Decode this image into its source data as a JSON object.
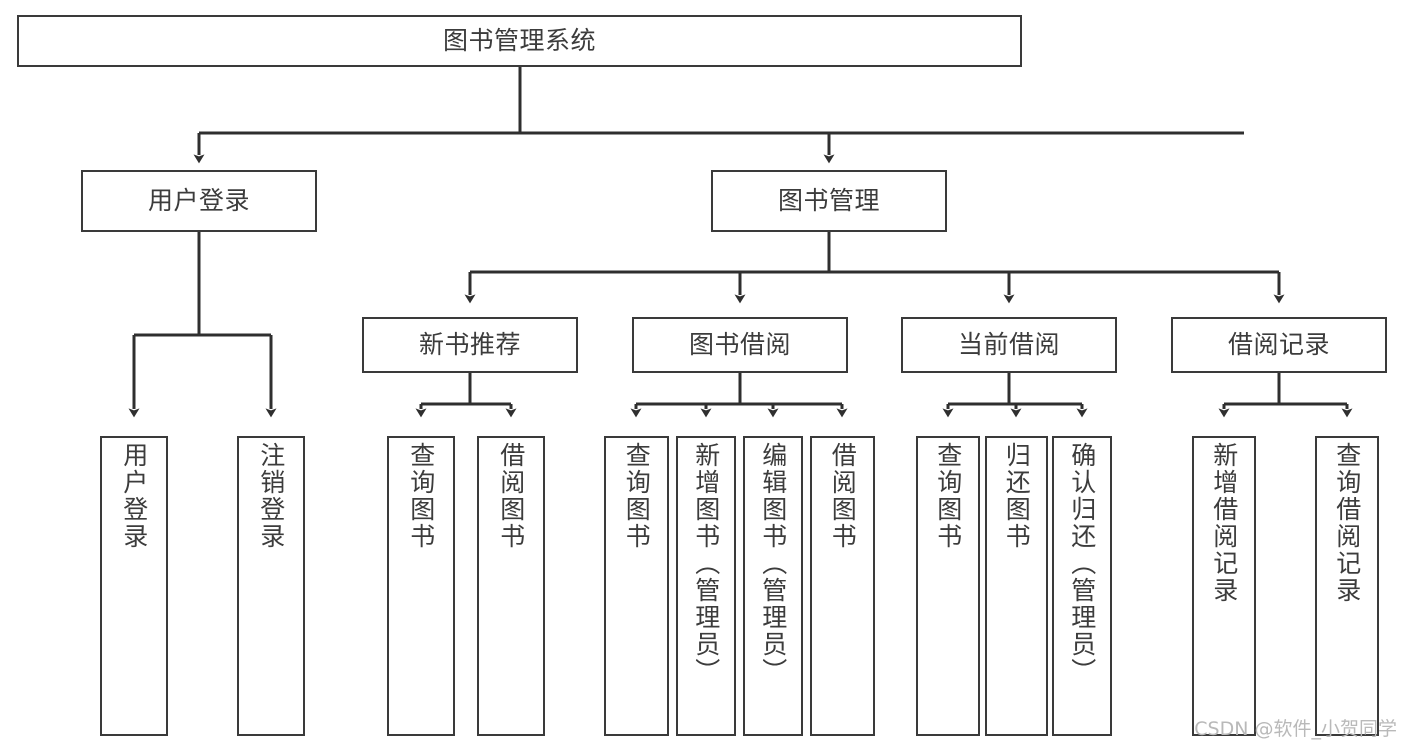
{
  "diagram": {
    "title": "图书管理系统",
    "type": "tree-hierarchy-diagram",
    "colors": {
      "background": "#ffffff",
      "box_border": "#3a3a3a",
      "connector": "#2f2f2f",
      "text": "#3c3c3c",
      "watermark": "#b9b9b9"
    },
    "root": {
      "label": "图书管理系统"
    },
    "level2": [
      {
        "label": "用户登录"
      },
      {
        "label": "图书管理"
      }
    ],
    "level3": [
      {
        "label": "新书推荐"
      },
      {
        "label": "图书借阅"
      },
      {
        "label": "当前借阅"
      },
      {
        "label": "借阅记录"
      }
    ],
    "leaves": {
      "user_login": [
        {
          "label": "用户登录"
        },
        {
          "label": "注销登录"
        }
      ],
      "new_book_recommend": [
        {
          "label": "查询图书"
        },
        {
          "label": "借阅图书"
        }
      ],
      "book_borrow": [
        {
          "label": "查询图书"
        },
        {
          "label": "新增图书（管理员）"
        },
        {
          "label": "编辑图书（管理员）"
        },
        {
          "label": "借阅图书"
        }
      ],
      "current_borrow": [
        {
          "label": "查询图书"
        },
        {
          "label": "归还图书"
        },
        {
          "label": "确认归还（管理员）"
        }
      ],
      "borrow_record": [
        {
          "label": "新增借阅记录"
        },
        {
          "label": "查询借阅记录"
        }
      ]
    },
    "watermark": "CSDN @软件_小贺同学"
  }
}
